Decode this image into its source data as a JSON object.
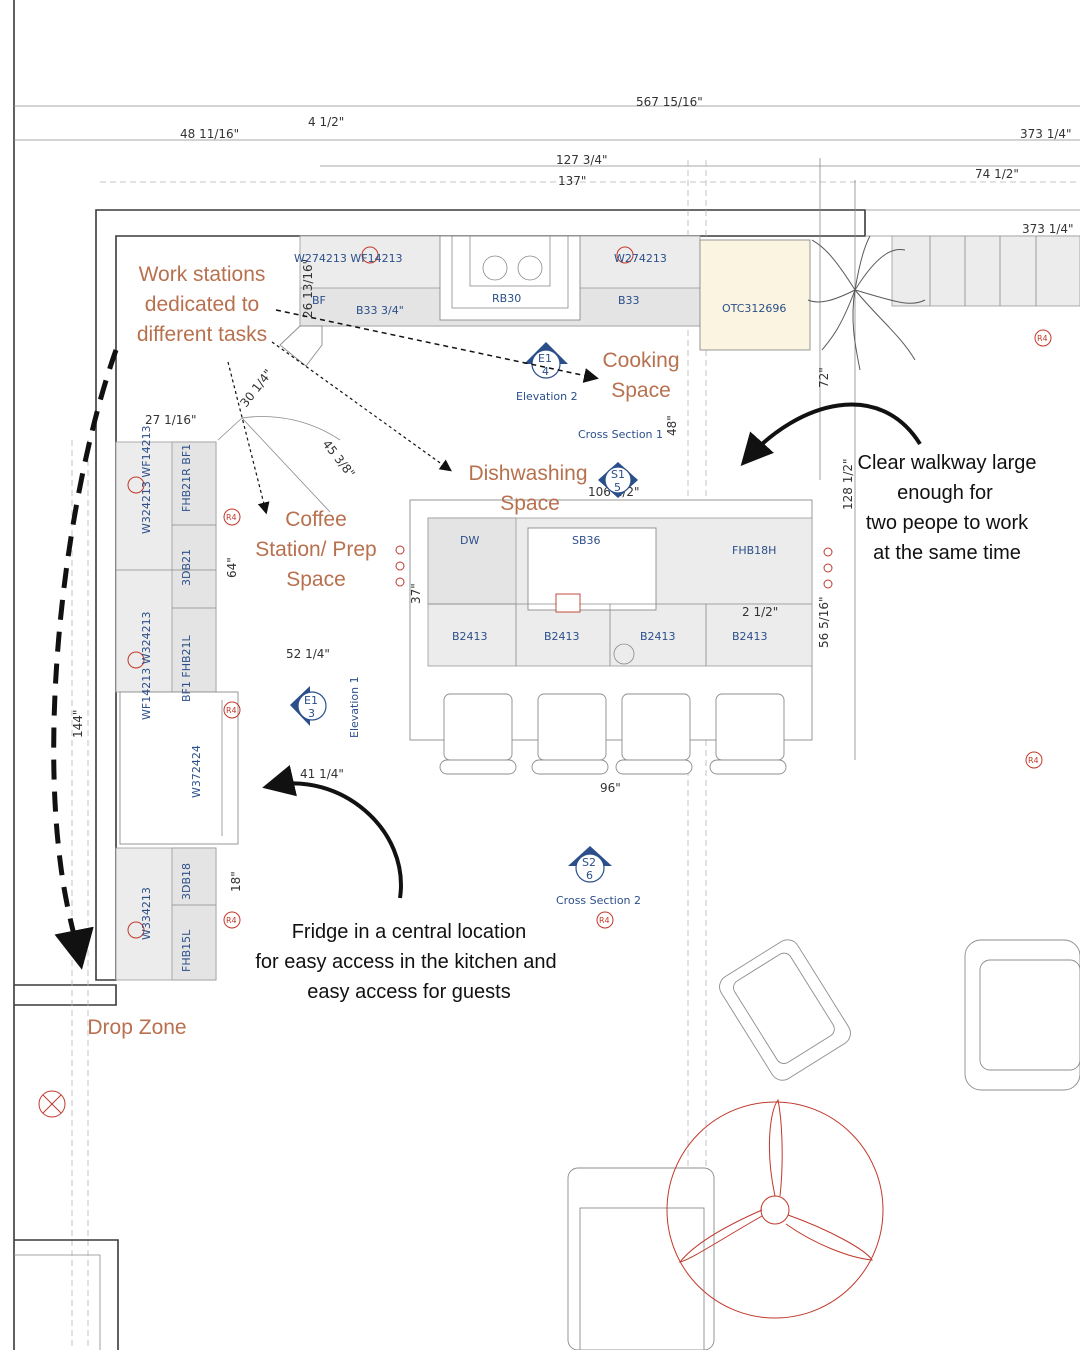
{
  "annotations": {
    "work_stations": [
      "Work stations",
      "dedicated to",
      "different tasks"
    ],
    "cooking": [
      "Cooking",
      "Space"
    ],
    "dishwashing": [
      "Dishwashing",
      "Space"
    ],
    "coffee": [
      "Coffee",
      "Station/ Prep",
      "Space"
    ],
    "walkway": [
      "Clear walkway large",
      "enough for",
      "two peope to work",
      "at the same time"
    ],
    "fridge": [
      "Fridge in a central location",
      "for easy access in the kitchen and",
      "easy access for guests"
    ],
    "drop_zone": "Drop Zone"
  },
  "dimensions": {
    "d_567": "567 15/16\"",
    "d_48": "48 11/16\"",
    "d_4": "4 1/2\"",
    "d_373a": "373 1/4\"",
    "d_127": "127 3/4\"",
    "d_137": "137\"",
    "d_74": "74 1/2\"",
    "d_373b": "373 1/4\"",
    "d_26": "26 13/16\"",
    "d_30": "30 1/4\"",
    "d_27": "27 1/16\"",
    "d_45": "45 3/8\"",
    "d_48b": "48\"",
    "d_72": "72\"",
    "d_106": "106 1/2\"",
    "d_128": "128 1/2\"",
    "d_64": "64\"",
    "d_37": "37\"",
    "d_2": "2 1/2\"",
    "d_56": "56 5/16\"",
    "d_52": "52 1/4\"",
    "d_144": "144\"",
    "d_41": "41 1/4\"",
    "d_96": "96\"",
    "d_18": "18\""
  },
  "cabinets": {
    "w274213_left": "W274213 WF14213",
    "bf_top": "BF",
    "b33_34": "B33 3/4\"",
    "rb30": "RB30",
    "w274213_right": "W274213",
    "b33": "B33",
    "otc": "OTC312696",
    "w324213_top": "W324213 WF14213",
    "fhb21r": "FHB21R BF1",
    "db21": "3DB21",
    "w324213_mid": "WF14213 W324213",
    "fhb21l": "BF1 FHB21L",
    "w372424": "W372424",
    "db18": "3DB18",
    "w334213": "W334213",
    "fhb15l": "FHB15L",
    "dw": "DW",
    "sb36": "SB36",
    "fhb18h": "FHB18H",
    "b2413": "B2413",
    "r4": "R4"
  },
  "markers": {
    "elev2_tag": "Elevation 2",
    "elev2_code": "E1",
    "elev2_num": "4",
    "cross1_tag": "Cross Section 1",
    "cross1_code": "S1",
    "cross1_num": "5",
    "elev1_tag": "Elevation 1",
    "elev1_code": "E1",
    "elev1_num": "3",
    "cross2_tag": "Cross Section 2",
    "cross2_code": "S2",
    "cross2_num": "6"
  }
}
